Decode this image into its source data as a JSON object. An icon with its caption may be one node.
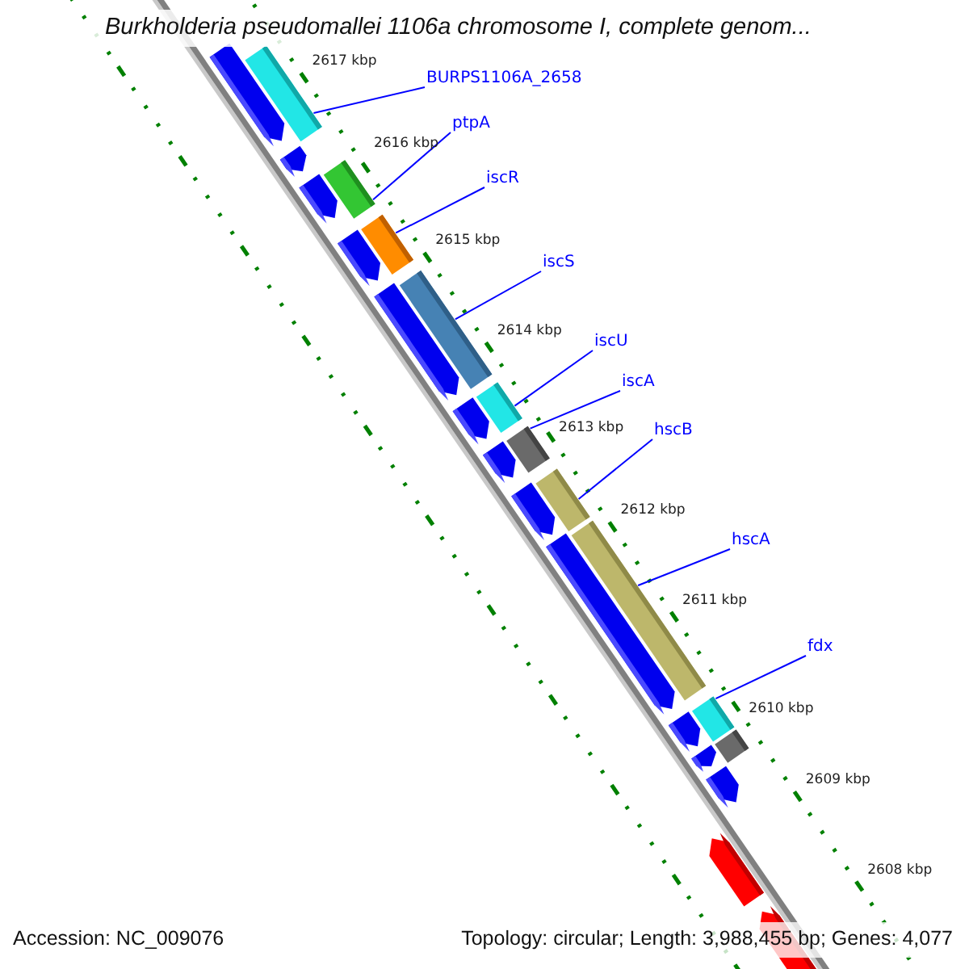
{
  "diagram": {
    "title": "Burkholderia pseudomallei 1106a chromosome I, complete genom...",
    "nodes": [
      {
        "text": [
          "BURPS1106A_2658"
        ]
      },
      {
        "text": [
          "ptpA"
        ]
      },
      {
        "text": [
          "iscR"
        ]
      },
      {
        "text": [
          "iscS"
        ]
      },
      {
        "text": [
          "iscU"
        ]
      },
      {
        "text": [
          "iscA"
        ]
      },
      {
        "text": [
          "hscB"
        ]
      },
      {
        "text": [
          "hscA"
        ]
      },
      {
        "text": [
          "fdx"
        ]
      },
      {
        "text": [],
        "shape": "bar"
      },
      {
        "text": [],
        "shape": "bar"
      },
      {
        "text": [],
        "shape": "bar"
      },
      {
        "text": [],
        "shape": "bar"
      },
      {
        "text": [],
        "shape": "bar"
      },
      {
        "text": [],
        "shape": "bar"
      },
      {
        "text": [],
        "shape": "bar"
      },
      {
        "text": [],
        "shape": "bar"
      },
      {
        "text": [],
        "shape": "bar"
      }
    ],
    "edges": [
      {
        "from": 0,
        "to": 9,
        "arrow": "none"
      },
      {
        "from": 1,
        "to": 10,
        "arrow": "none"
      },
      {
        "from": 2,
        "to": 11,
        "arrow": "none"
      },
      {
        "from": 3,
        "to": 12,
        "arrow": "none"
      },
      {
        "from": 4,
        "to": 13,
        "arrow": "none"
      },
      {
        "from": 5,
        "to": 14,
        "arrow": "none"
      },
      {
        "from": 6,
        "to": 15,
        "arrow": "none"
      },
      {
        "from": 7,
        "to": 16,
        "arrow": "none"
      },
      {
        "from": 8,
        "to": 17,
        "arrow": "none"
      }
    ],
    "labels": [
      "2617 kbp",
      "2616 kbp",
      "2615 kbp",
      "2614 kbp",
      "2613 kbp",
      "2612 kbp",
      "2611 kbp",
      "2610 kbp",
      "2609 kbp",
      "2608 kbp",
      "Accession: NC_009076",
      "Topology: circular; Length: 3,988,455 bp; Genes: 4,077"
    ]
  }
}
